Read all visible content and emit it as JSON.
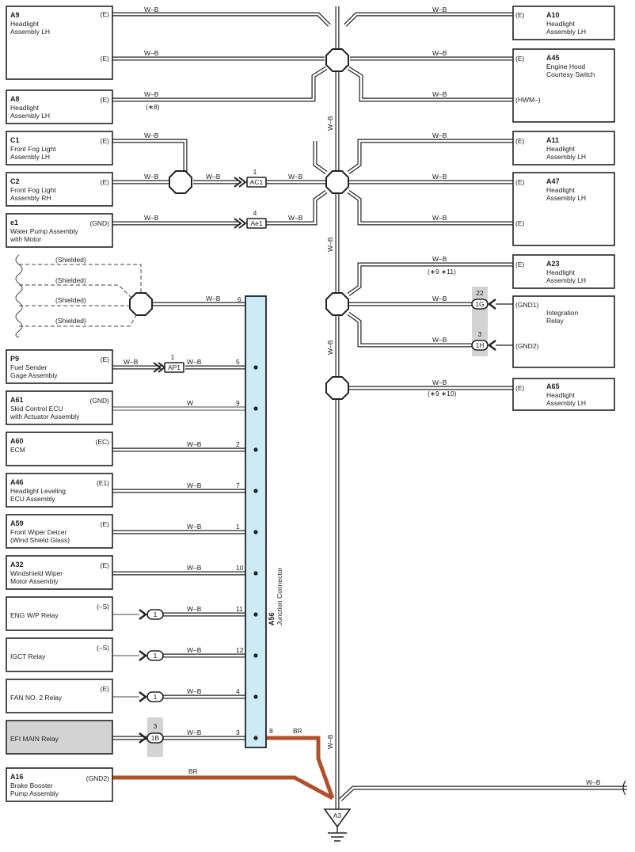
{
  "wire": {
    "wb": "W–B",
    "w": "W",
    "br": "BR"
  },
  "shield": "(Shielded)",
  "left_top": [
    {
      "code": "A9",
      "name": [
        "Headlight",
        "Assembly LH"
      ],
      "pins": [
        "(E)",
        "(E)"
      ]
    },
    {
      "code": "A8",
      "name": [
        "Headlight",
        "Assembly LH"
      ],
      "pins": [
        "(E)"
      ],
      "note": "(∗8)"
    },
    {
      "code": "C1",
      "name": [
        "Front Fog Light",
        "Assembly LH"
      ],
      "pins": [
        "(E)"
      ]
    },
    {
      "code": "C2",
      "name": [
        "Front Fog Light",
        "Assembly RH"
      ],
      "pins": [
        "(E)"
      ]
    },
    {
      "code": "e1",
      "name": [
        "Water Pump Assembly",
        "with Motor"
      ],
      "pins": [
        "(GND)"
      ]
    }
  ],
  "connectors": {
    "ac1": {
      "num": "1",
      "label": "AC1"
    },
    "ae1": {
      "num": "4",
      "label": "Ae1"
    },
    "ap1": {
      "num": "1",
      "label": "AP1"
    },
    "g1": {
      "num": "22",
      "label": "1G"
    },
    "h1": {
      "num": "3",
      "label": "1H"
    },
    "b1": {
      "num": "3",
      "label": "1B"
    }
  },
  "right": [
    {
      "code": "A10",
      "name": [
        "Headlight",
        "Assembly LH"
      ],
      "pins": [
        "(E)"
      ]
    },
    {
      "code": "A45",
      "name": [
        "Engine Hood",
        "Courtesy Switch"
      ],
      "pins": [
        "(E)",
        "(HWM–)"
      ]
    },
    {
      "code": "A11",
      "name": [
        "Headlight",
        "Assembly LH"
      ],
      "pins": [
        "(E)"
      ]
    },
    {
      "code": "A47",
      "name": [
        "Headlight",
        "Assembly LH"
      ],
      "pins": [
        "(E)",
        "(E)"
      ]
    },
    {
      "code": "A23",
      "name": [
        "Headlight",
        "Assembly LH"
      ],
      "pins": [
        "(E)"
      ],
      "note": "(∗9 ∗11)"
    },
    {
      "code": "",
      "name": [
        "Integration",
        "Relay"
      ],
      "pins": [
        "(GND1)",
        "(GND2)"
      ]
    },
    {
      "code": "A65",
      "name": [
        "Headlight",
        "Assembly LH"
      ],
      "pins": [
        "(E)"
      ],
      "note": "(∗9 ∗10)"
    }
  ],
  "junction": {
    "code": "A56",
    "name": "Junction Connector"
  },
  "jc_rows": [
    {
      "code": "P9",
      "name": [
        "Fuel Sender",
        "Gage Assembly"
      ],
      "pin": "(E)",
      "jc": "5",
      "wire": "W–B"
    },
    {
      "code": "A61",
      "name": [
        "Skid Control ECU",
        "with Actuator Assembly"
      ],
      "pin": "(GND)",
      "jc": "9",
      "wire": "W"
    },
    {
      "code": "A60",
      "name": [
        "ECM"
      ],
      "pin": "(EC)",
      "jc": "2",
      "wire": "W–B"
    },
    {
      "code": "A46",
      "name": [
        "Headlight Leveling",
        "ECU Assembly"
      ],
      "pin": "(E1)",
      "jc": "7",
      "wire": "W–B"
    },
    {
      "code": "A59",
      "name": [
        "Front Wiper Deicer",
        "(Wind Shield Glass)"
      ],
      "pin": "(E)",
      "jc": "1",
      "wire": "W–B"
    },
    {
      "code": "A32",
      "name": [
        "Windshield Wiper",
        "Motor Assembly"
      ],
      "pin": "(E)",
      "jc": "10",
      "wire": "W–B"
    },
    {
      "code": "",
      "name": [
        "ENG W/P Relay"
      ],
      "pin": "(–S)",
      "jc": "11",
      "wire": "W–B",
      "conn": "1"
    },
    {
      "code": "",
      "name": [
        "IGCT Relay"
      ],
      "pin": "(–S)",
      "jc": "12",
      "wire": "W–B",
      "conn": "1"
    },
    {
      "code": "",
      "name": [
        "FAN NO. 2 Relay"
      ],
      "pin": "(E)",
      "jc": "4",
      "wire": "W–B",
      "conn": "1"
    },
    {
      "code": "",
      "name": [
        "EFI MAIN Relay"
      ],
      "pin": "",
      "jc": "3",
      "wire": "W–B"
    }
  ],
  "jc_shield_pin": "6",
  "jc_out_pin": "8",
  "a16": {
    "code": "A16",
    "name": [
      "Brake Booster",
      "Pump Assembly"
    ],
    "pin": "(GND2)"
  },
  "ground": "A3"
}
